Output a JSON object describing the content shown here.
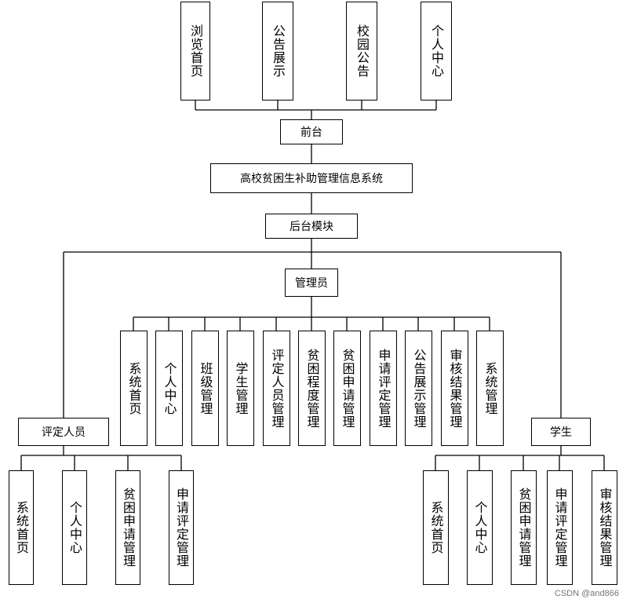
{
  "front": {
    "items": [
      "浏览首页",
      "公告展示",
      "校园公告",
      "个人中心"
    ],
    "label": "前台"
  },
  "system": {
    "label": "高校贫困生补助管理信息系统"
  },
  "backend": {
    "label": "后台模块"
  },
  "admin": {
    "label": "管理员",
    "items": [
      "系统首页",
      "个人中心",
      "班级管理",
      "学生管理",
      "评定人员管理",
      "贫困程度管理",
      "贫困申请管理",
      "申请评定管理",
      "公告展示管理",
      "审核结果管理",
      "系统管理"
    ]
  },
  "evaluator": {
    "label": "评定人员",
    "items": [
      "系统首页",
      "个人中心",
      "贫困申请管理",
      "申请评定管理"
    ]
  },
  "student": {
    "label": "学生",
    "items": [
      "系统首页",
      "个人中心",
      "贫困申请管理",
      "申请评定管理",
      "审核结果管理"
    ]
  },
  "watermark": "CSDN @and866"
}
